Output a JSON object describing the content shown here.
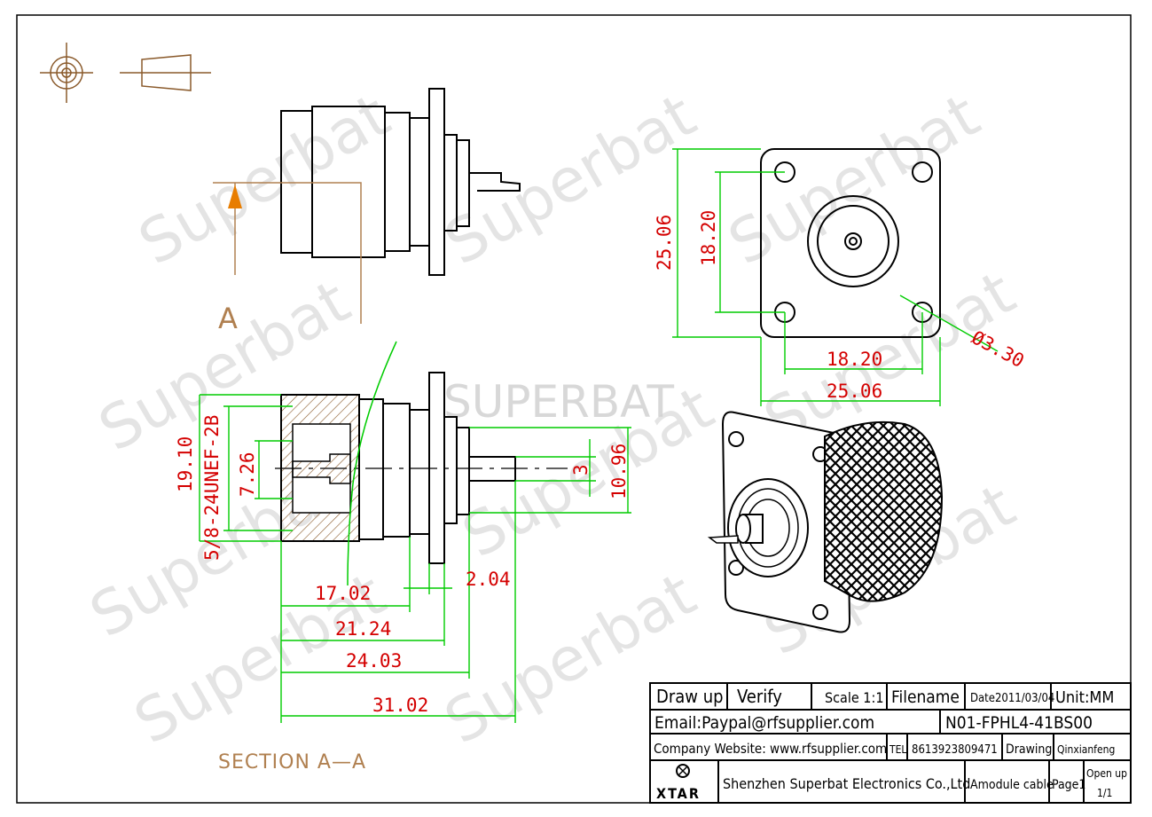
{
  "watermark": {
    "text": "Superbat",
    "center_text": "SUPERBAT"
  },
  "section_marker": "A",
  "section_title": "SECTION  A—A",
  "dimensions": {
    "d_25_06_v": "25.06",
    "d_18_20_v": "18.20",
    "d_18_20_h": "18.20",
    "d_25_06_h": "25.06",
    "hole": "Ø3.30",
    "d_19_10": "19.10",
    "thread": "5/8-24UNEF-2B",
    "d_7_26": "7.26",
    "d_3": "3",
    "d_10_96": "10.96",
    "d_17_02": "17.02",
    "d_2_04": "2.04",
    "d_21_24": "21.24",
    "d_24_03": "24.03",
    "d_31_02": "31.02"
  },
  "title_block": {
    "draw_up": "Draw up",
    "verify": "Verify",
    "scale": "Scale 1:1",
    "filename": "Filename",
    "date": "Date2011/03/04",
    "unit": "Unit:MM",
    "email": "Email:Paypal@rfsupplier.com",
    "part_number": "N01-FPHL4-41BS00",
    "website": "Company Website:  www.rfsupplier.com",
    "tel_label": "TEL",
    "tel": "8613923809471",
    "drawing_label": "Drawing",
    "drawer": "Qinxianfeng",
    "logo": "XTAR",
    "company": "Shenzhen Superbat Electronics Co.,Ltd",
    "module": "Amodule cable",
    "page": "Page1",
    "open_up": "Open up",
    "sheet": "1/1"
  },
  "colors": {
    "dimension_text": "#d40000",
    "dimension_line": "#00cc00",
    "section_label": "#b08050"
  }
}
